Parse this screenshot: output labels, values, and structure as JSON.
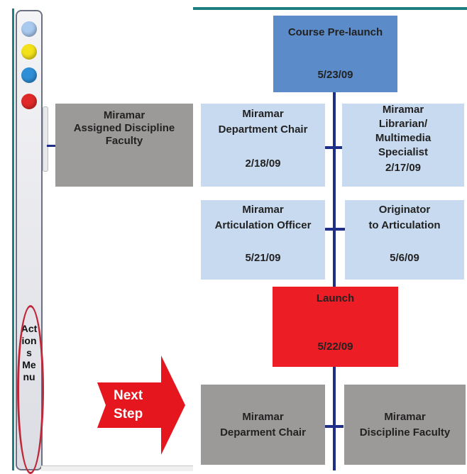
{
  "window": {
    "sidebar_dots": [
      {
        "name": "light-blue-dot",
        "color": "#a9c9ef"
      },
      {
        "name": "yellow-dot",
        "color": "#f3e21b"
      },
      {
        "name": "blue-dot",
        "color": "#2f8fd6"
      },
      {
        "name": "red-dot",
        "color": "#e02a27"
      }
    ],
    "actions_menu_label": "Actions Menu"
  },
  "next_step": {
    "line1": "Next",
    "line2": "Step"
  },
  "flowchart": {
    "assigned_faculty": {
      "line1": "Miramar",
      "line2": "Assigned Discipline",
      "line3": "Faculty"
    },
    "course_prelaunch": {
      "title": "Course Pre-launch",
      "date": "5/23/09"
    },
    "department_chair": {
      "line1": "Miramar",
      "line2": "Department Chair",
      "date": "2/18/09"
    },
    "librarian": {
      "line1": "Miramar",
      "line2": "Librarian/",
      "line3": "Multimedia",
      "line4": "Specialist",
      "date": "2/17/09"
    },
    "articulation_officer": {
      "line1": "Miramar",
      "line2": "Articulation Officer",
      "date": "5/21/09"
    },
    "originator": {
      "line1": "Originator",
      "line2": "to Articulation",
      "date": "5/6/09"
    },
    "launch": {
      "title": "Launch",
      "date": "5/22/09"
    },
    "deparment_chair_next": {
      "line1": "Miramar",
      "line2": "Deparment Chair"
    },
    "discipline_faculty_next": {
      "line1": "Miramar",
      "line2": "Discipline Faculty"
    }
  },
  "colors": {
    "teal": "#1e7f83",
    "navy": "#1f2f88",
    "light_blue": "#c8daf0",
    "medium_blue": "#5b8bc9",
    "gray": "#9c9a99",
    "red": "#ed1d25",
    "highlight_oval": "#c0283a"
  }
}
